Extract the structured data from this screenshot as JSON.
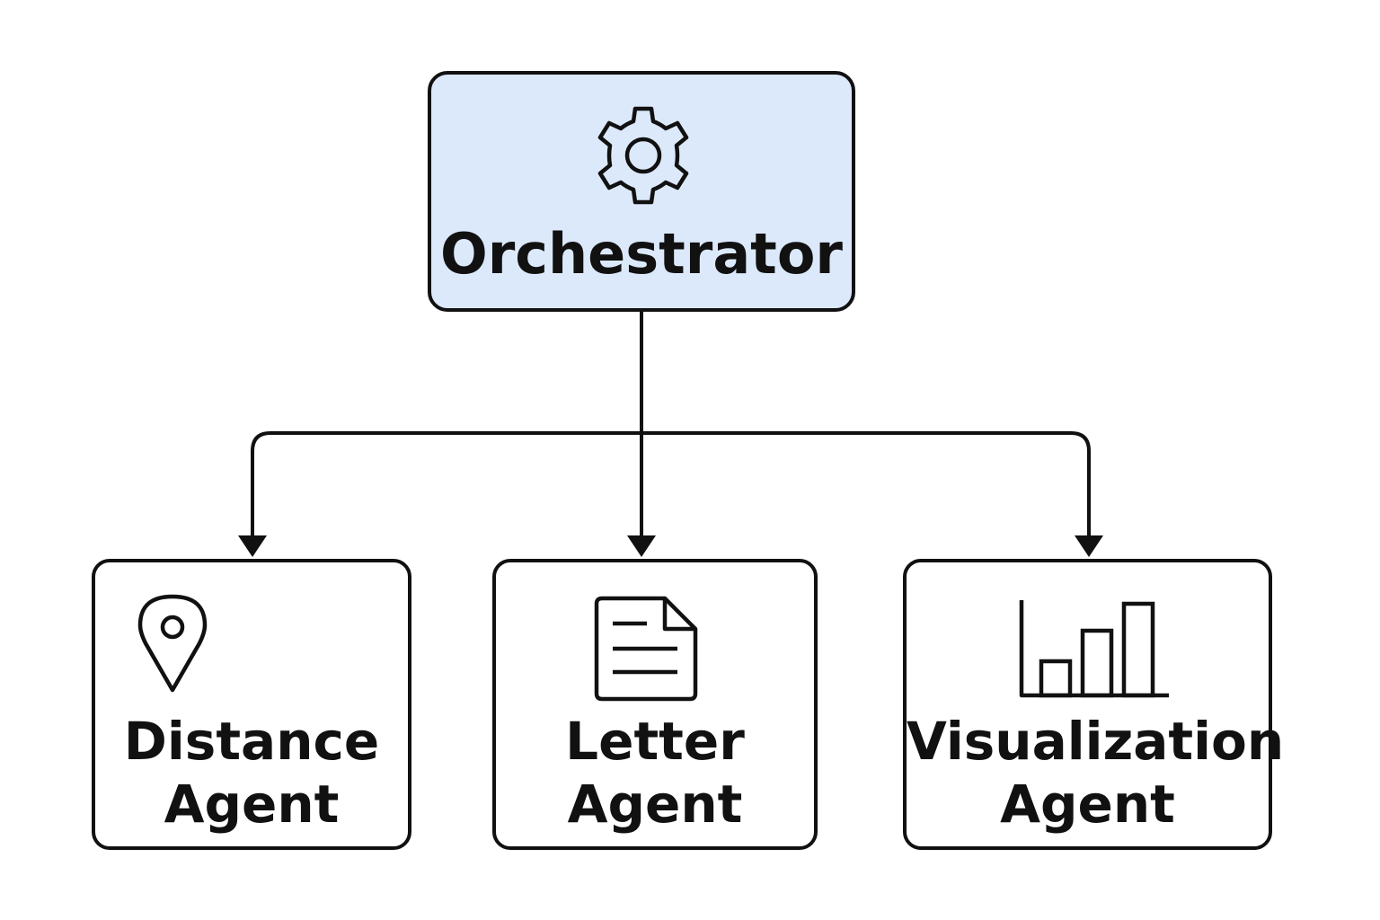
{
  "nodes": {
    "orchestrator": {
      "label": "Orchestrator",
      "icon": "gear-icon",
      "fill": "#dce9fb"
    },
    "distance": {
      "line1": "Distance",
      "line2": "Agent",
      "icon": "map-pin-icon"
    },
    "letter": {
      "line1": "Letter",
      "line2": "Agent",
      "icon": "document-icon"
    },
    "visualization": {
      "line1": "Visualization",
      "line2": "Agent",
      "icon": "bar-chart-icon"
    }
  },
  "edges": [
    {
      "from": "Orchestrator",
      "to": "Distance Agent"
    },
    {
      "from": "Orchestrator",
      "to": "Letter Agent"
    },
    {
      "from": "Orchestrator",
      "to": "Visualization Agent"
    }
  ],
  "colors": {
    "stroke": "#111111",
    "background": "#ffffff"
  }
}
